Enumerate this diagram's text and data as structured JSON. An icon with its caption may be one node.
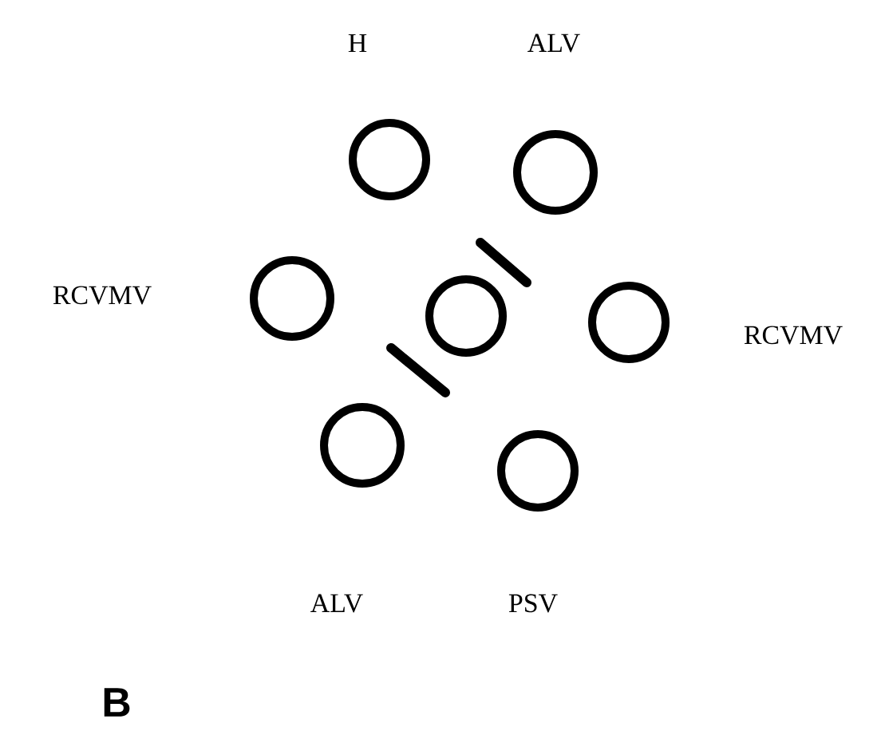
{
  "diagram": {
    "nodes": [
      {
        "text": [],
        "shape": "circle"
      },
      {
        "text": [],
        "shape": "circle"
      },
      {
        "text": [],
        "shape": "circle"
      },
      {
        "text": [],
        "shape": "circle"
      },
      {
        "text": [],
        "shape": "circle"
      },
      {
        "text": [],
        "shape": "circle"
      },
      {
        "text": [],
        "shape": "circle"
      }
    ],
    "labels": [
      "H",
      "ALV",
      "RCVMV",
      "RCVMV",
      "ALV",
      "PSV",
      "B"
    ]
  }
}
